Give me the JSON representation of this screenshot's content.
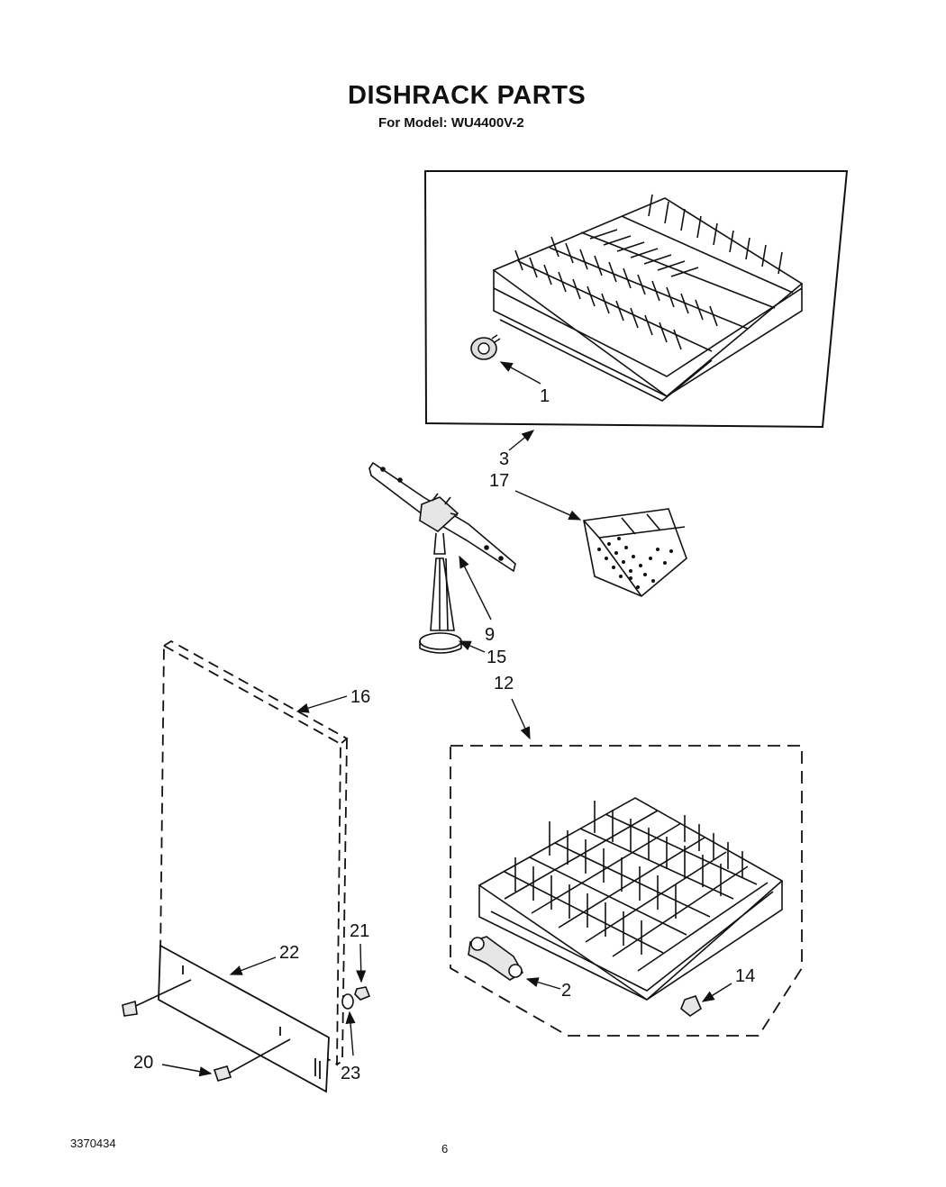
{
  "header": {
    "title": "DISHRACK PARTS",
    "model_line": "For Model: WU4400V-2"
  },
  "footer": {
    "doc_code": "3370434",
    "page_number": "6"
  },
  "callouts": {
    "c1": "1",
    "c2": "2",
    "c3": "3",
    "c9": "9",
    "c12": "12",
    "c14": "14",
    "c15": "15",
    "c16": "16",
    "c17": "17",
    "c20": "20",
    "c21": "21",
    "c22": "22",
    "c23": "23"
  }
}
